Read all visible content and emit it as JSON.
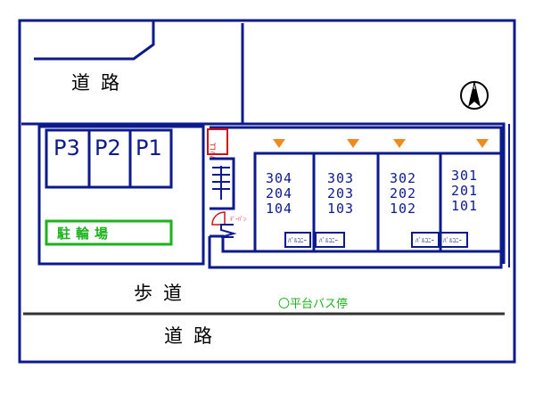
{
  "roads": {
    "top_road": "道路",
    "sidewalk": "歩道",
    "bottom_road": "道路"
  },
  "parking": {
    "spots": [
      "P3",
      "P2",
      "P1"
    ],
    "bike_parking": "駐輪場"
  },
  "building": {
    "columns": [
      {
        "rooms": [
          "304",
          "204",
          "104"
        ]
      },
      {
        "rooms": [
          "303",
          "203",
          "103"
        ]
      },
      {
        "rooms": [
          "302",
          "202",
          "102"
        ]
      },
      {
        "rooms": [
          "301",
          "201",
          "101"
        ]
      }
    ],
    "balcony_label": "ﾊﾞﾙｺﾆｰ",
    "trash_label": "ゴミ",
    "door_label": "ﾃﾞｰﾊﾟﾝ"
  },
  "bus_stop": "〇平台バス停",
  "compass_icon": "north-arrow-icon",
  "colors": {
    "line": "#0b1a8c",
    "accent_green": "#1bb21b",
    "accent_red": "#d11111",
    "entrance_marker": "#f08a1e"
  }
}
